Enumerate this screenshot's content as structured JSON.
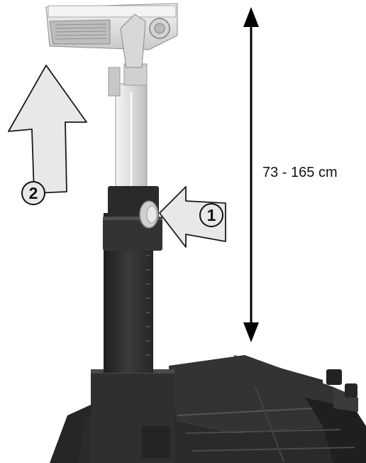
{
  "height_range_label": "73 - 165 cm",
  "steps": [
    {
      "number": "1"
    },
    {
      "number": "2"
    }
  ],
  "colors": {
    "arrow_fill": "#e8e8e8",
    "arrow_stroke": "#1a1a1a",
    "base_dark": "#2e2e2e",
    "pole_light": "#d9d9d9",
    "dimension_line": "#000000"
  }
}
